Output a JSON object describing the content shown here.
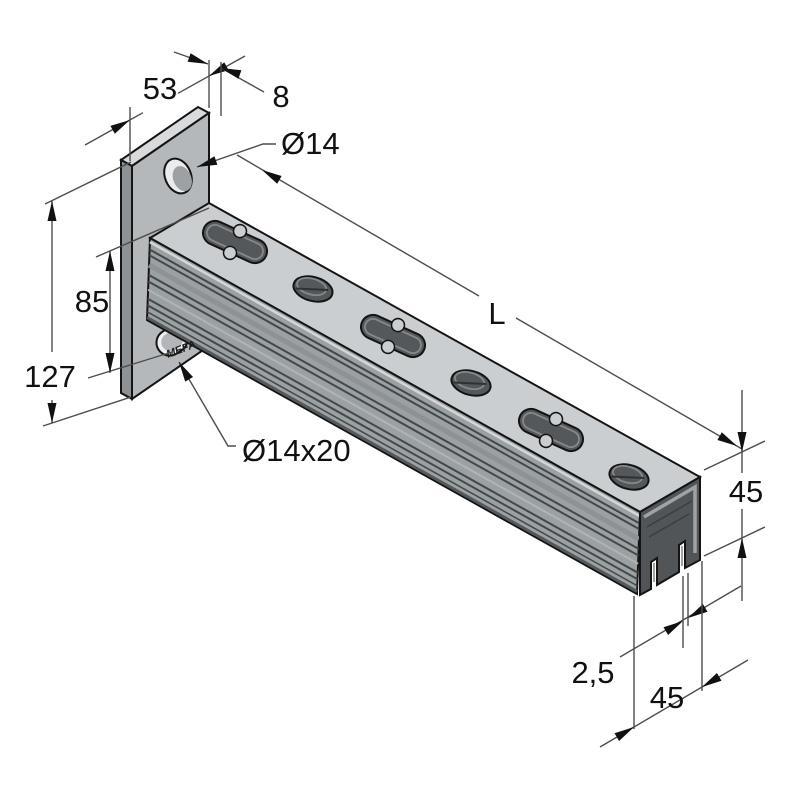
{
  "drawing": {
    "kind": "isometric-dimension-drawing",
    "part": "cantilever bracket with strut channel",
    "brand": "MEFA",
    "dimensions": {
      "plate_width": "53",
      "plate_thickness": "8",
      "top_hole_diameter": "Ø14",
      "plate_height": "127",
      "hole_offset": "85",
      "channel_length": "L",
      "bottom_slot": "Ø14x20",
      "profile_height": "45",
      "wall_thickness": "2,5",
      "profile_width": "45"
    },
    "colors": {
      "background": "#ffffff",
      "plate_front": "#b4b8ba",
      "plate_top": "#d8dadc",
      "plate_side": "#8e9294",
      "channel_top": "#cbced0",
      "channel_front": "#9ba0a2",
      "slot_dark": "#54585a",
      "outline": "#141414",
      "dim_line": "#4d4d4d"
    }
  }
}
